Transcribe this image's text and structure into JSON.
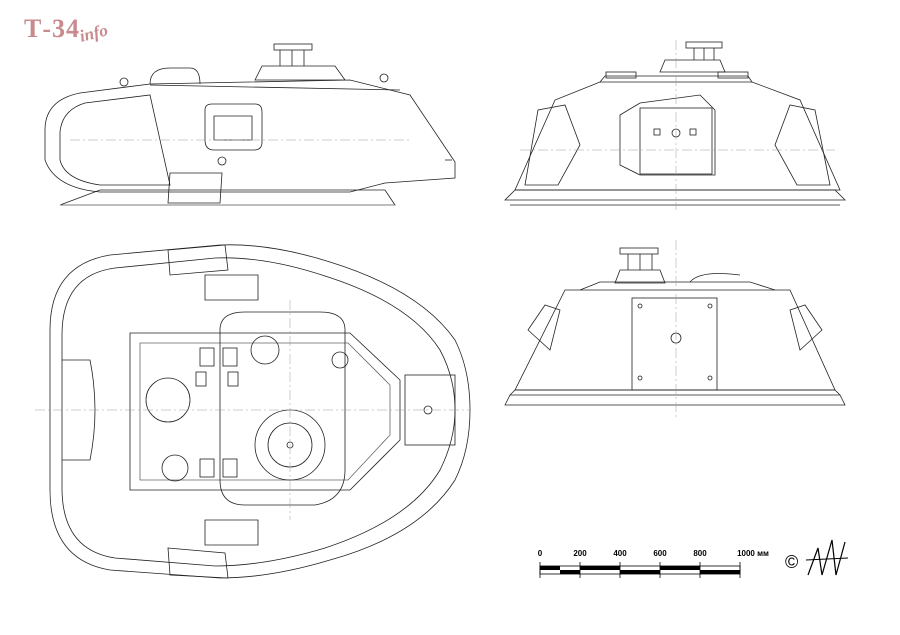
{
  "logo": {
    "main": "Т-34",
    "sub": "info"
  },
  "scale_bar": {
    "ticks": [
      "0",
      "200",
      "400",
      "600",
      "800",
      "1000 мм"
    ]
  },
  "copyright": "©",
  "views": [
    "turret-side-view",
    "turret-rear-view",
    "turret-top-view",
    "turret-front-view"
  ]
}
